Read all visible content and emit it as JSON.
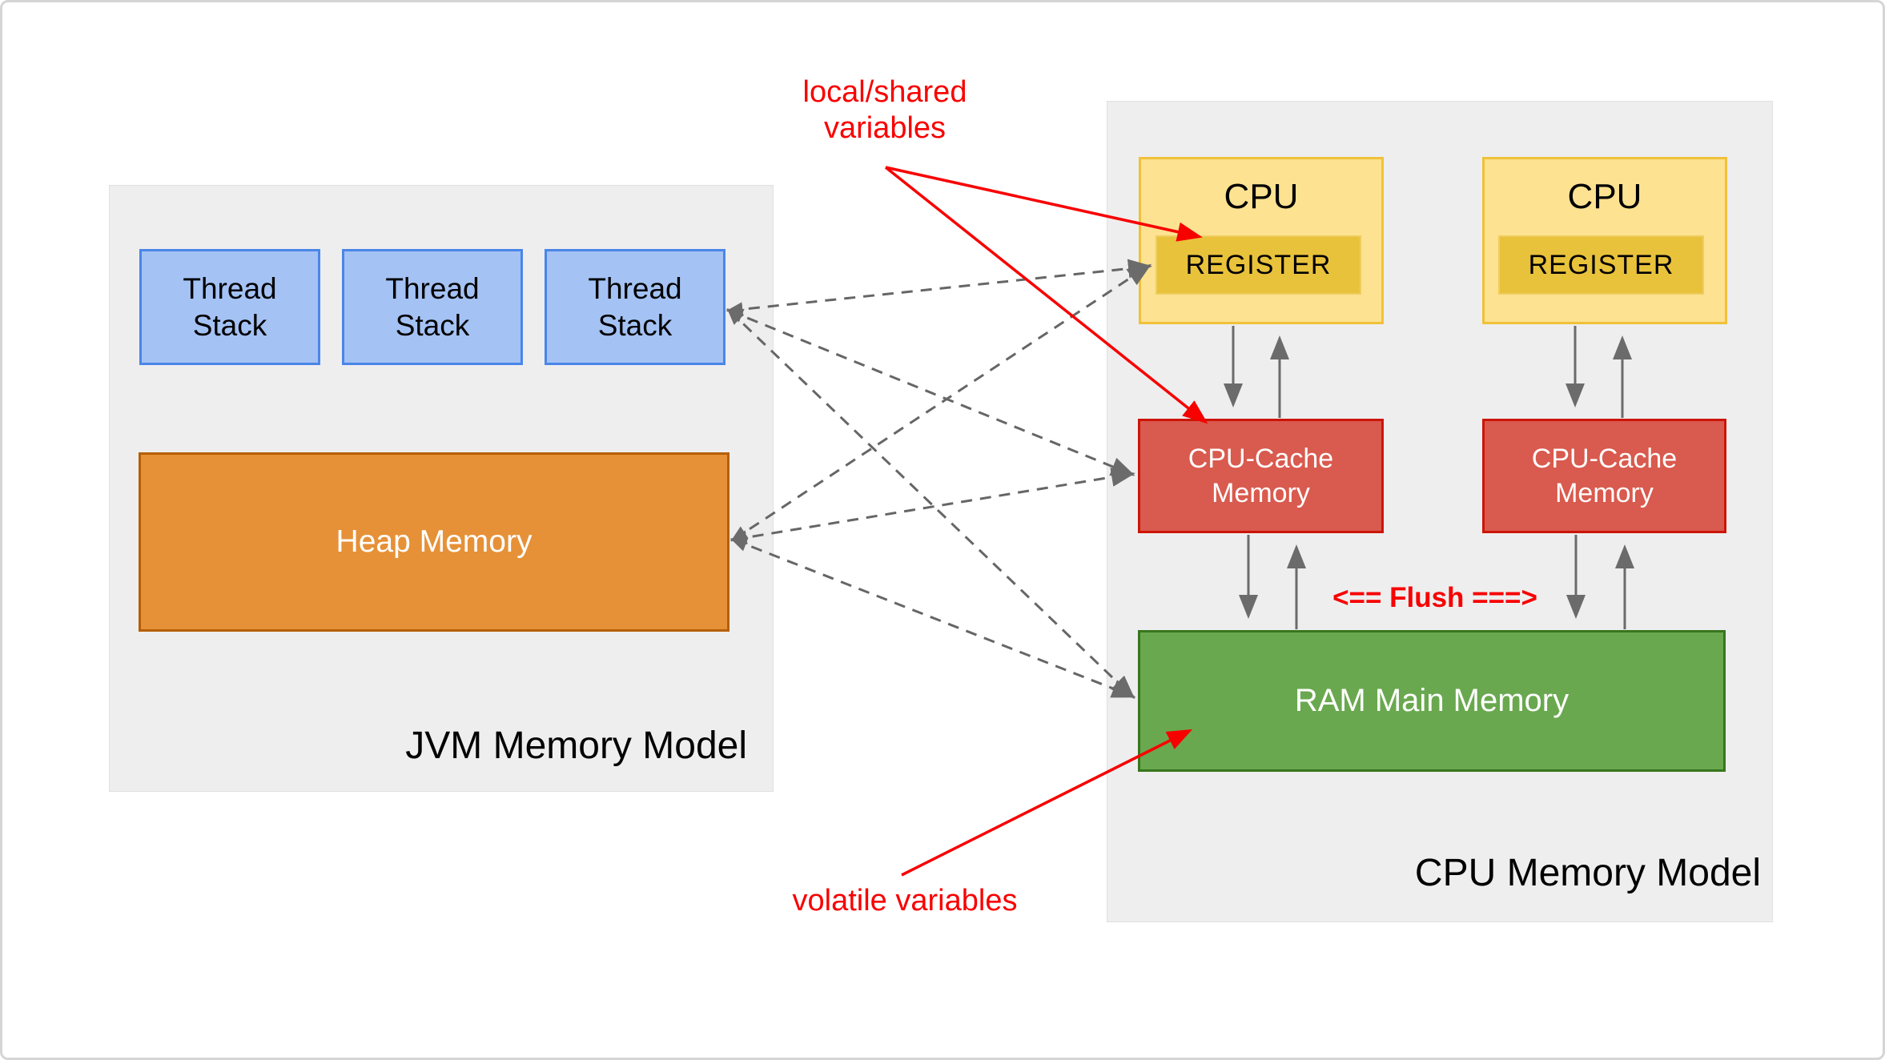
{
  "diagram": {
    "jvm": {
      "label": "JVM Memory Model",
      "thread_stacks": [
        "Thread\nStack",
        "Thread\nStack",
        "Thread\nStack"
      ],
      "heap_label": "Heap Memory"
    },
    "cpu_model": {
      "label": "CPU Memory Model",
      "cpus": [
        {
          "label": "CPU",
          "register_label": "REGISTER"
        },
        {
          "label": "CPU",
          "register_label": "REGISTER"
        }
      ],
      "caches": [
        "CPU-Cache\nMemory",
        "CPU-Cache\nMemory"
      ],
      "ram_label": "RAM Main Memory"
    },
    "annotations": {
      "local_shared": "local/shared\nvariables",
      "volatile": "volatile variables",
      "flush": "<== Flush ===>"
    },
    "colors": {
      "container_gray": "#eeeeee",
      "thread_stack_blue": "#a4c2f4",
      "thread_stack_border": "#4a86e8",
      "heap_orange": "#e69138",
      "cpu_yellow": "#fce291",
      "register_gold": "#e9c23c",
      "cache_red": "#d95a4e",
      "ram_green": "#6aa84f",
      "annotation_red": "#f80000",
      "arrow_gray": "#6b6b6b"
    }
  }
}
